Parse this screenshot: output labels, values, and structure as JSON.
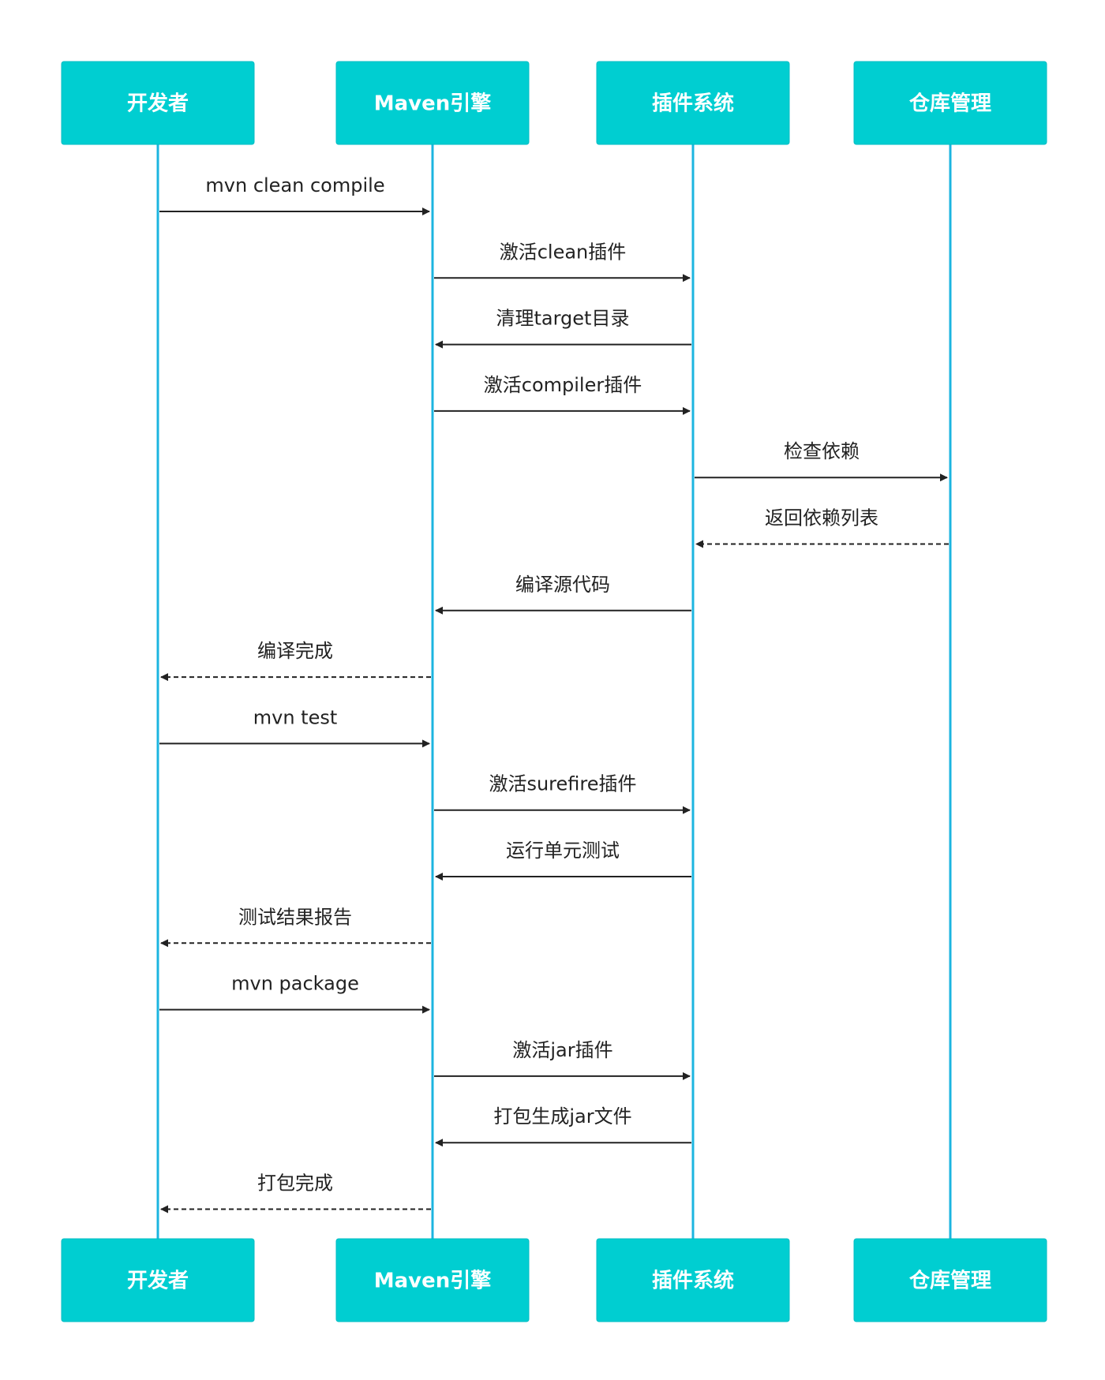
{
  "colors": {
    "actor_fill": "#00CED1",
    "lifeline": "#1CB5E0",
    "arrow": "#222222",
    "text": "#222222",
    "background": "#FFFFFF"
  },
  "participants": [
    {
      "id": "dev",
      "label": "开发者"
    },
    {
      "id": "maven",
      "label": "Maven引擎"
    },
    {
      "id": "plugin",
      "label": "插件系统"
    },
    {
      "id": "repo",
      "label": "仓库管理"
    }
  ],
  "messages": [
    {
      "from": "dev",
      "to": "maven",
      "label": "mvn clean compile",
      "style": "solid"
    },
    {
      "from": "maven",
      "to": "plugin",
      "label": "激活clean插件",
      "style": "solid"
    },
    {
      "from": "plugin",
      "to": "maven",
      "label": "清理target目录",
      "style": "solid"
    },
    {
      "from": "maven",
      "to": "plugin",
      "label": "激活compiler插件",
      "style": "solid"
    },
    {
      "from": "plugin",
      "to": "repo",
      "label": "检查依赖",
      "style": "solid"
    },
    {
      "from": "repo",
      "to": "plugin",
      "label": "返回依赖列表",
      "style": "dashed"
    },
    {
      "from": "plugin",
      "to": "maven",
      "label": "编译源代码",
      "style": "solid"
    },
    {
      "from": "maven",
      "to": "dev",
      "label": "编译完成",
      "style": "dashed"
    },
    {
      "from": "dev",
      "to": "maven",
      "label": "mvn test",
      "style": "solid"
    },
    {
      "from": "maven",
      "to": "plugin",
      "label": "激活surefire插件",
      "style": "solid"
    },
    {
      "from": "plugin",
      "to": "maven",
      "label": "运行单元测试",
      "style": "solid"
    },
    {
      "from": "maven",
      "to": "dev",
      "label": "测试结果报告",
      "style": "dashed"
    },
    {
      "from": "dev",
      "to": "maven",
      "label": "mvn package",
      "style": "solid"
    },
    {
      "from": "maven",
      "to": "plugin",
      "label": "激活jar插件",
      "style": "solid"
    },
    {
      "from": "plugin",
      "to": "maven",
      "label": "打包生成jar文件",
      "style": "solid"
    },
    {
      "from": "maven",
      "to": "dev",
      "label": "打包完成",
      "style": "dashed"
    }
  ]
}
